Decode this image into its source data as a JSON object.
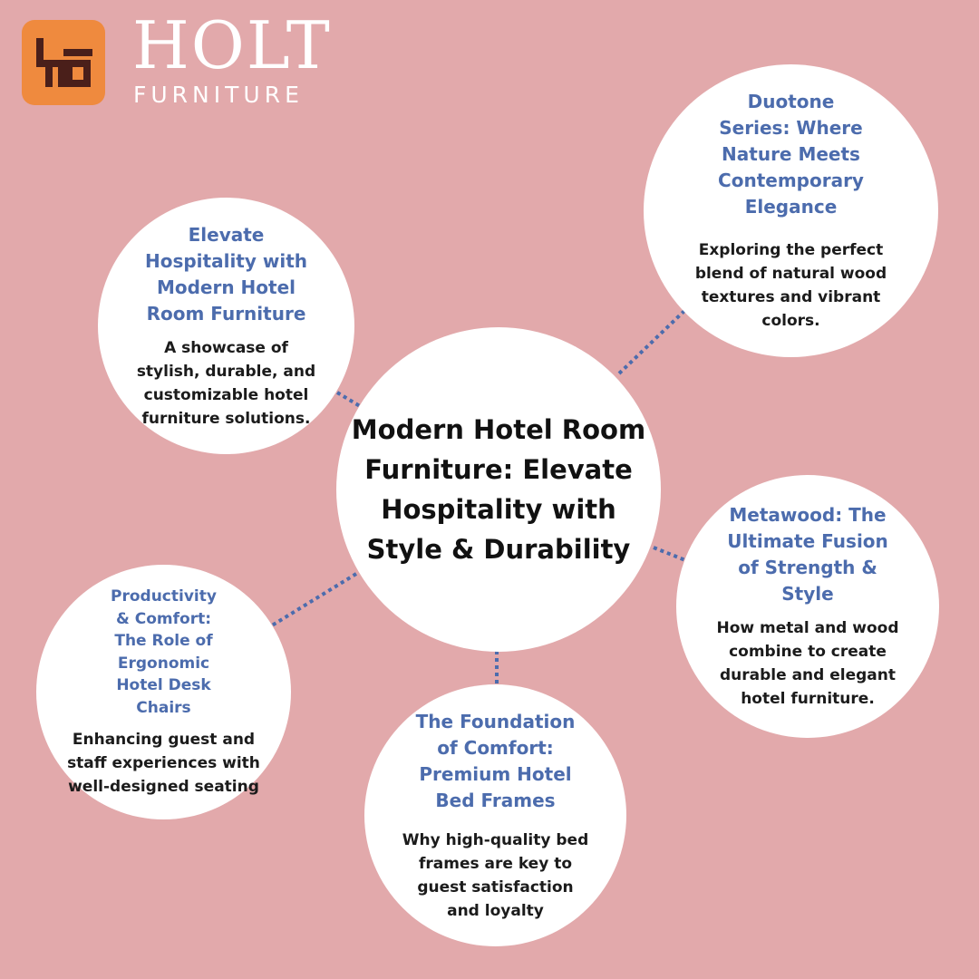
{
  "brand": {
    "logo_mark": "holt-monogram-icon",
    "name": "HOLT",
    "subtitle": "FURNITURE"
  },
  "colors": {
    "background": "#e2a9ab",
    "logo_bg": "#ef8a3e",
    "title_blue": "#4c6cad",
    "connector": "#4c6cad"
  },
  "center": {
    "title": "Modern Hotel Room Furniture: Elevate Hospitality with Style & Durability"
  },
  "topics": [
    {
      "title": "Elevate Hospitality with Modern Hotel Room Furniture",
      "description": "A showcase of stylish, durable, and customizable hotel furniture solutions."
    },
    {
      "title": "Duotone Series: Where Nature Meets Contemporary Elegance",
      "description": "Exploring the perfect blend of natural wood textures and vibrant colors."
    },
    {
      "title": "Metawood: The Ultimate Fusion of Strength & Style",
      "description": "How metal and wood combine to create durable and elegant hotel furniture."
    },
    {
      "title": "The Foundation of Comfort: Premium Hotel Bed Frames",
      "description": "Why high-quality bed frames are key to guest satisfaction and loyalty"
    },
    {
      "title": "Productivity & Comfort: The Role of Ergonomic Hotel Desk Chairs",
      "description": "Enhancing guest and staff experiences with well-designed seating"
    }
  ]
}
